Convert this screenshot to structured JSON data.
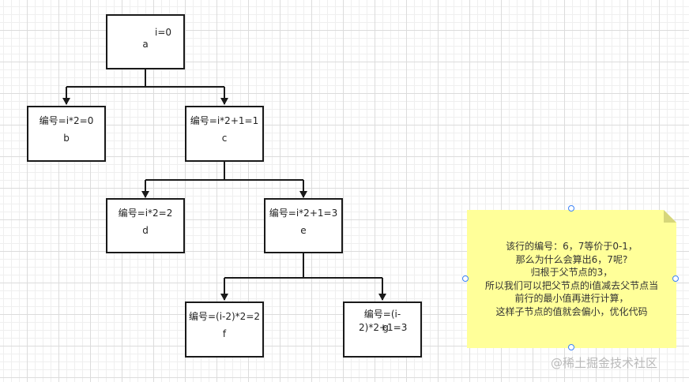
{
  "nodes": {
    "a": {
      "label": "a",
      "number": "i=0"
    },
    "b": {
      "label": "b",
      "number": "编号=i*2=0"
    },
    "c": {
      "label": "c",
      "number": "编号=i*2+1=1"
    },
    "d": {
      "label": "d",
      "number": "编号=i*2=2"
    },
    "e": {
      "label": "e",
      "number": "编号=i*2+1=3"
    },
    "f": {
      "label": "f",
      "number": "编号=(i-2)*2=2"
    },
    "g": {
      "label": "g",
      "number": "编号=(i-2)*2+1=3"
    }
  },
  "note": {
    "lines": [
      "该行的编号：6，7等价于0-1，",
      "那么为什么会算出6，7呢?",
      "归根于父节点的3，",
      "所以我们可以把父节点的i值减去父节点当",
      "前行的最小值再进行计算，",
      "这样子节点的值就会偏小，优化代码"
    ]
  },
  "watermark": "@稀土掘金技术社区",
  "colors": {
    "note_fill": "#ffff99",
    "handle": "#3b82f6",
    "stroke": "#1a1a1a"
  }
}
